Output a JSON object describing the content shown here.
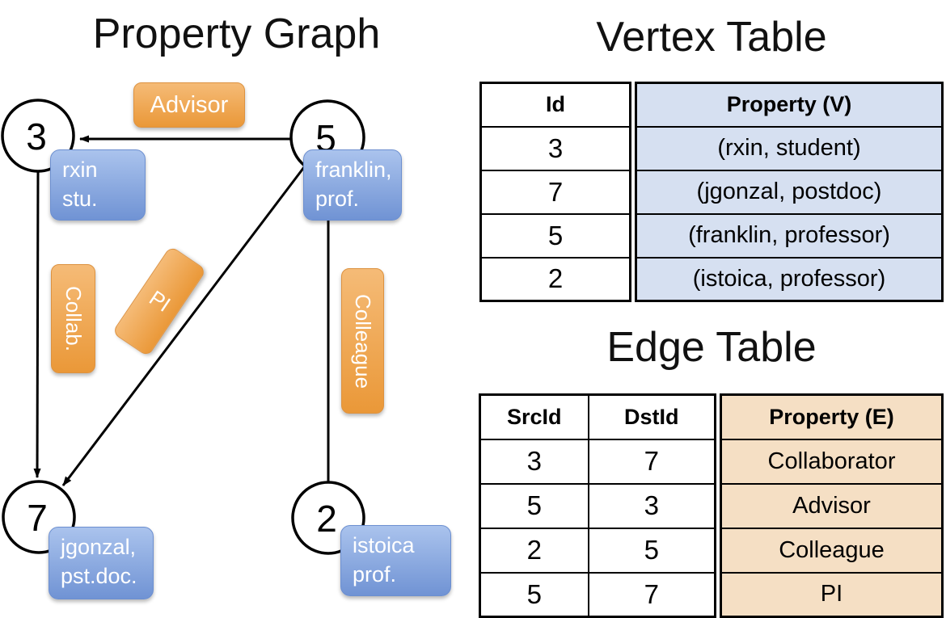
{
  "titles": {
    "graph": "Property Graph",
    "vertex_table": "Vertex Table",
    "edge_table": "Edge Table"
  },
  "colors": {
    "edge_label_orange_top": "#F5BB77",
    "edge_label_orange_bottom": "#EA9838",
    "vertex_label_blue_top": "#AAC3ED",
    "vertex_label_blue_bottom": "#7093D4",
    "vertex_property_cell_bg": "#D6E0F1",
    "edge_property_cell_bg": "#F5DFC4",
    "line_color": "#000000"
  },
  "graph": {
    "nodes": [
      {
        "id": "3",
        "label_line1": "rxin",
        "label_line2": "stu."
      },
      {
        "id": "5",
        "label_line1": "franklin,",
        "label_line2": "prof."
      },
      {
        "id": "7",
        "label_line1": "jgonzal,",
        "label_line2": "pst.doc."
      },
      {
        "id": "2",
        "label_line1": "istoica",
        "label_line2": "prof."
      }
    ],
    "edge_labels": {
      "advisor": "Advisor",
      "collab": "Collab.",
      "pi": "PI",
      "colleague": "Colleague"
    }
  },
  "vertex_table": {
    "columns": {
      "id": "Id",
      "property": "Property (V)"
    },
    "rows": [
      {
        "id": "3",
        "property": "(rxin, student)"
      },
      {
        "id": "7",
        "property": "(jgonzal, postdoc)"
      },
      {
        "id": "5",
        "property": "(franklin, professor)"
      },
      {
        "id": "2",
        "property": "(istoica, professor)"
      }
    ]
  },
  "edge_table": {
    "columns": {
      "src": "SrcId",
      "dst": "DstId",
      "property": "Property (E)"
    },
    "rows": [
      {
        "src": "3",
        "dst": "7",
        "property": "Collaborator"
      },
      {
        "src": "5",
        "dst": "3",
        "property": "Advisor"
      },
      {
        "src": "2",
        "dst": "5",
        "property": "Colleague"
      },
      {
        "src": "5",
        "dst": "7",
        "property": "PI"
      }
    ]
  }
}
